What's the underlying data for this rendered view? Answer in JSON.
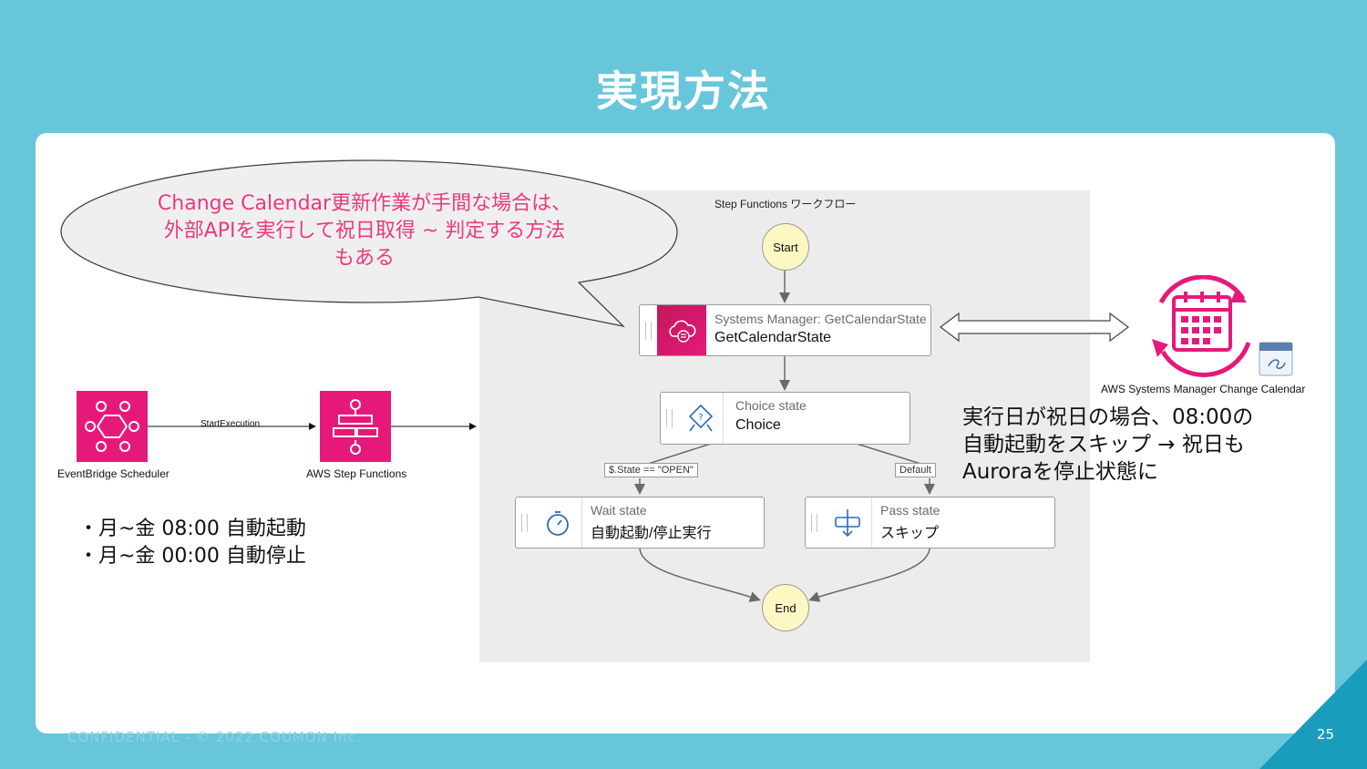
{
  "slide": {
    "title": "実現方法",
    "page_number": "25",
    "confidential": "CONFIDENTIAL - © 2022 COUMON Inc."
  },
  "speech_bubble": {
    "text": "Change Calendar更新作業が手間な場合は、外部APIを実行して祝日取得 ~ 判定する方法もある"
  },
  "workflow": {
    "heading": "Step Functions ワークフロー",
    "start_label": "Start",
    "end_label": "End",
    "get_calendar": {
      "type": "Systems Manager: GetCalendarState",
      "name": "GetCalendarState"
    },
    "choice": {
      "type": "Choice state",
      "name": "Choice"
    },
    "wait": {
      "type": "Wait state",
      "name": "自動起動/停止実行"
    },
    "pass": {
      "type": "Pass state",
      "name": "スキップ"
    },
    "condition_open": "$.State == \"OPEN\"",
    "condition_default": "Default"
  },
  "left_flow": {
    "scheduler_label": "EventBridge Scheduler",
    "execution_label": "StartExecution",
    "step_functions_label": "AWS Step Functions",
    "bullets": [
      "・月~金 08:00 自動起動",
      "・月~金 00:00 自動停止"
    ]
  },
  "calendar": {
    "label": "AWS Systems Manager Change Calendar"
  },
  "note": {
    "text": "実行日が祝日の場合、08:00の自動起動をスキップ → 祝日もAuroraを停止状態に"
  },
  "colors": {
    "background": "#67c6da",
    "aws_pink": "#e6197a",
    "bubble_text": "#e73a7f",
    "corner": "#1a9dbd"
  }
}
